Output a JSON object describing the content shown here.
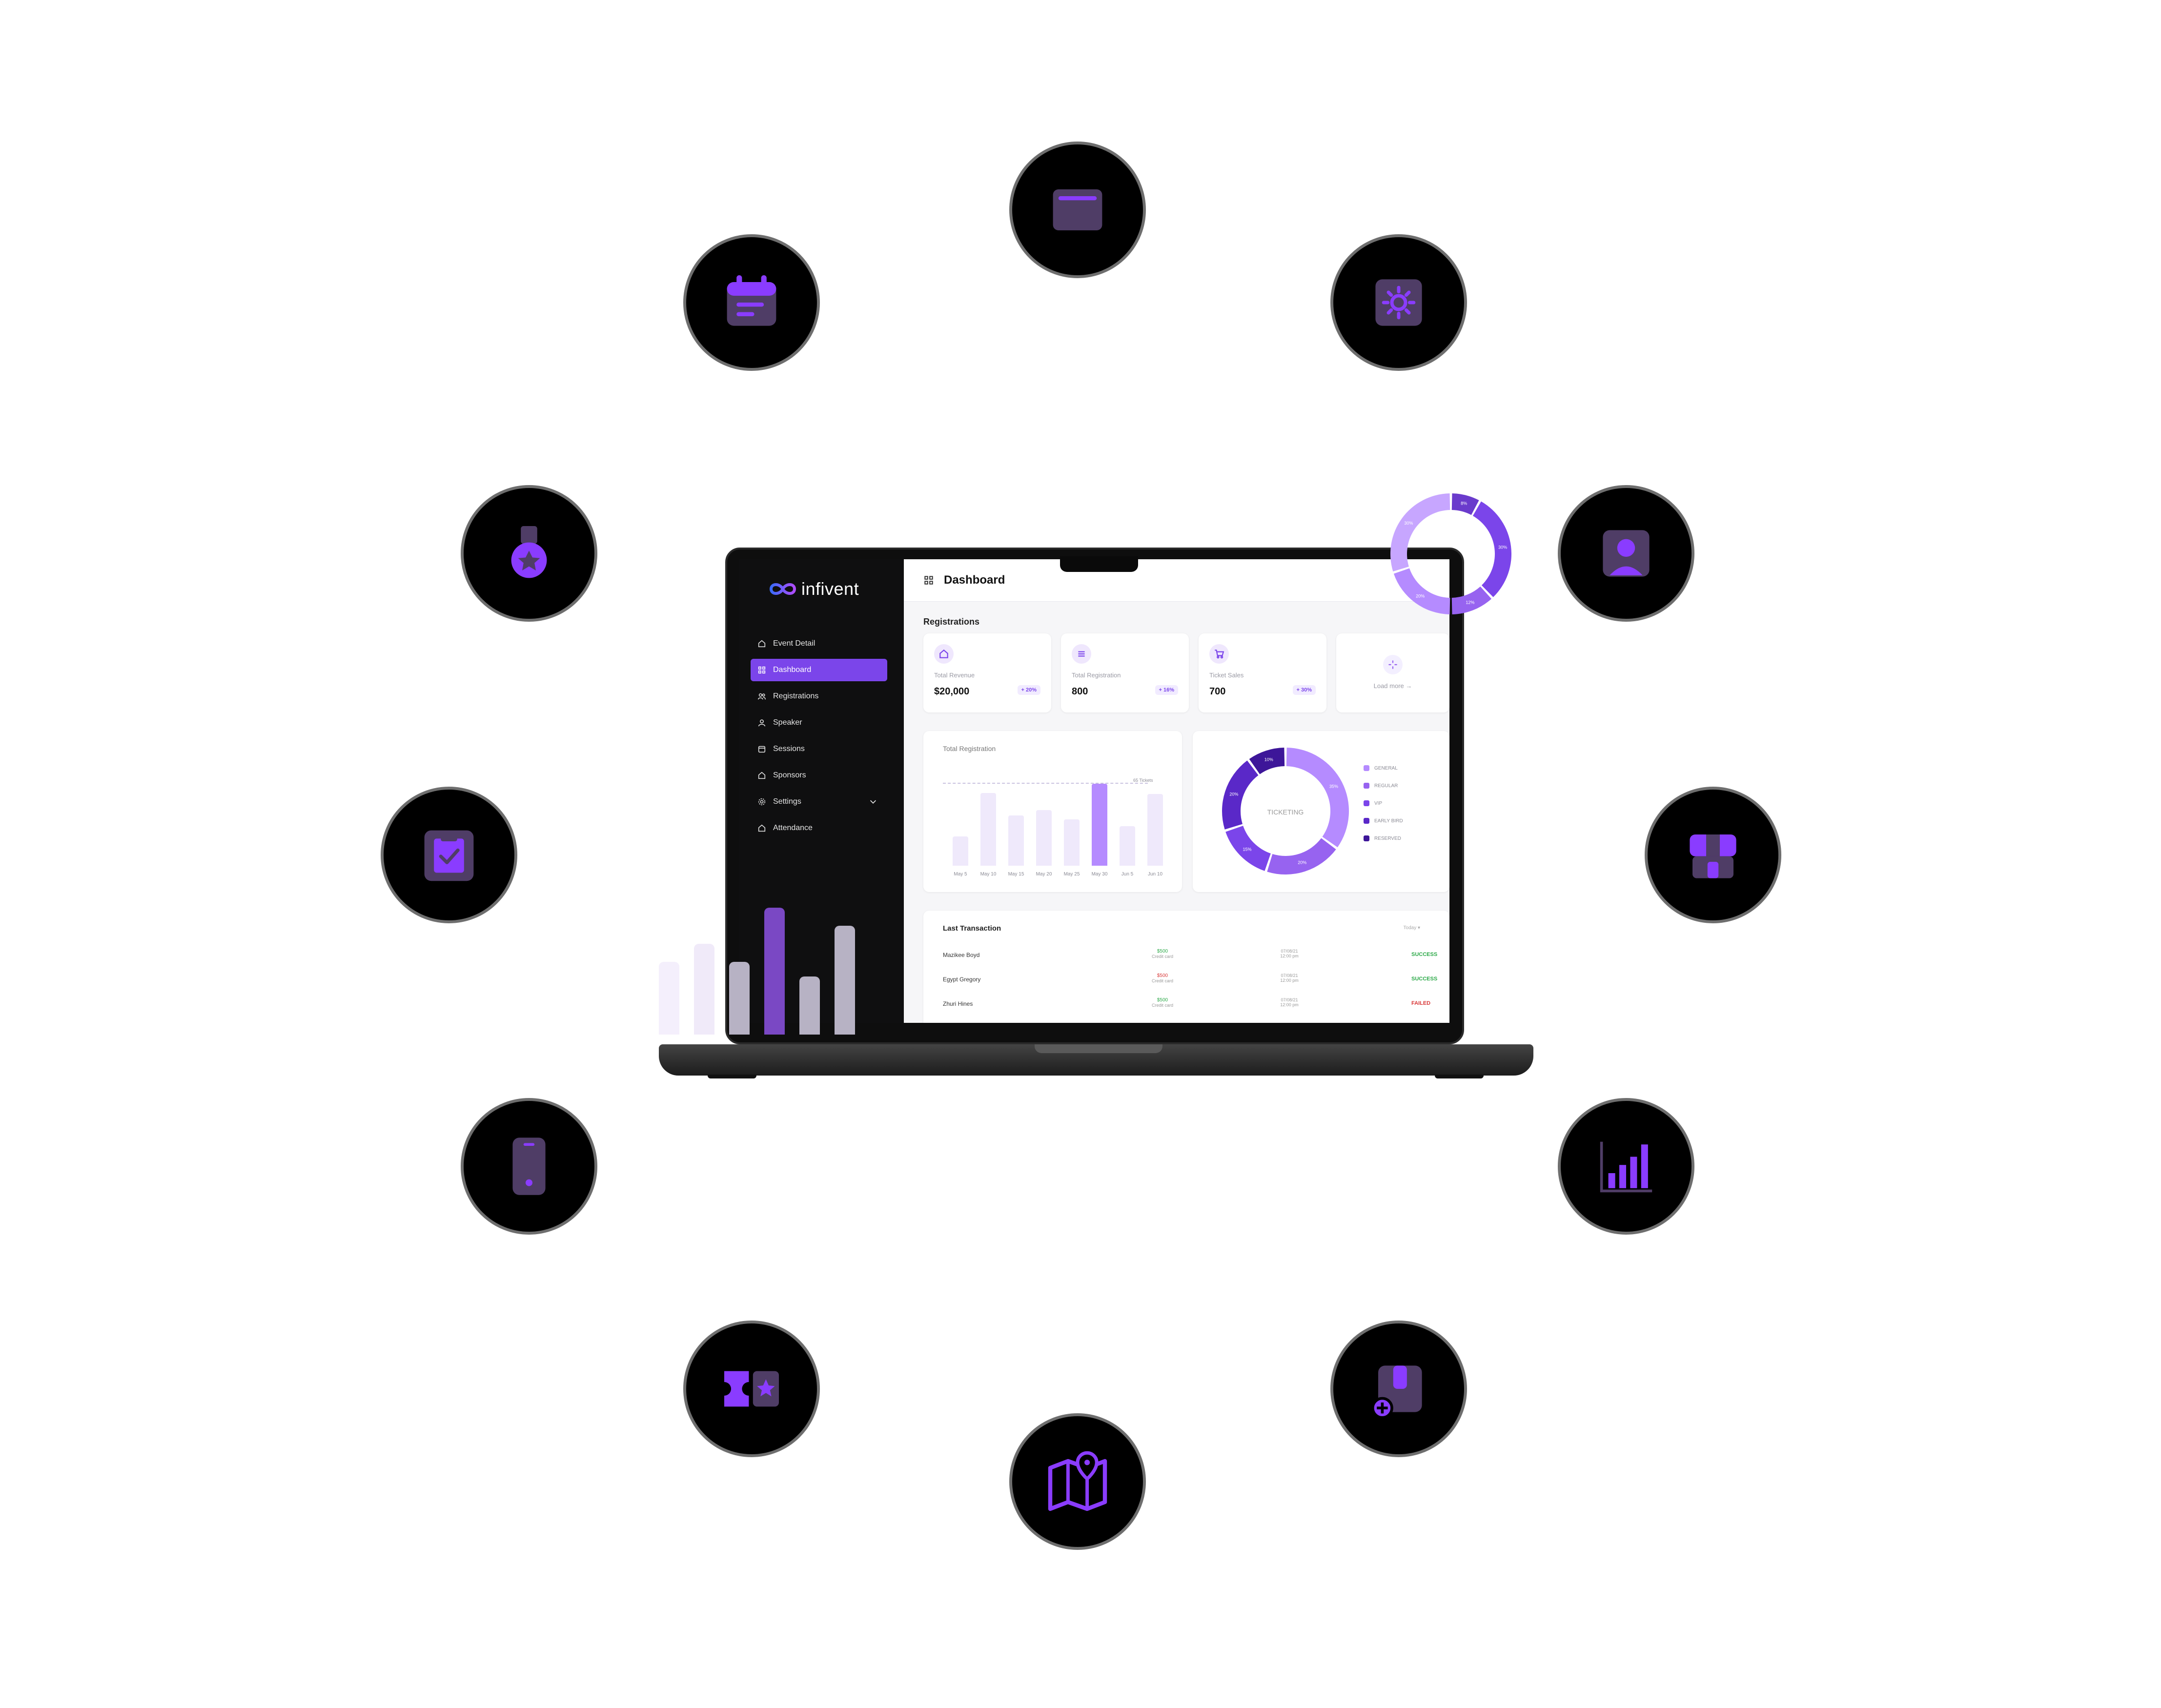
{
  "app": {
    "name": "infivent"
  },
  "sidebar": {
    "items": [
      {
        "label": "Event Detail",
        "icon": "home-icon"
      },
      {
        "label": "Dashboard",
        "icon": "grid-icon"
      },
      {
        "label": "Registrations",
        "icon": "users-icon"
      },
      {
        "label": "Speaker",
        "icon": "user-icon"
      },
      {
        "label": "Sessions",
        "icon": "calendar-icon"
      },
      {
        "label": "Sponsors",
        "icon": "home-icon"
      },
      {
        "label": "Settings",
        "icon": "gear-icon"
      },
      {
        "label": "Attendance",
        "icon": "home-icon"
      }
    ],
    "active_item": "Dashboard"
  },
  "header": {
    "title": "Dashboard"
  },
  "registrations": {
    "section_title": "Registrations",
    "stats": [
      {
        "label": "Total Revenue",
        "value": "$20,000",
        "badge": "+ 20%",
        "icon": "house-icon"
      },
      {
        "label": "Total Registration",
        "value": "800",
        "badge": "+ 16%",
        "icon": "list-icon"
      },
      {
        "label": "Ticket Sales",
        "value": "700",
        "badge": "+ 30%",
        "icon": "cart-icon"
      }
    ],
    "load_more": "Load more →"
  },
  "total_registration_chart": {
    "title": "Total Registration",
    "avg_label": "65 Tickets"
  },
  "ticketing_chart": {
    "center_label": "TICKETING"
  },
  "transactions": {
    "title": "Last Transaction",
    "filter": "Today ▾",
    "rows": [
      {
        "name": "Mazikee Boyd",
        "amount": "$500",
        "method": "Credit card",
        "date": "07/08/21",
        "time": "12:00 pm",
        "status": "SUCCESS",
        "amount_color": "#2eaa4a",
        "status_color": "#2eaa4a"
      },
      {
        "name": "Egypt Gregory",
        "amount": "$500",
        "method": "Credit card",
        "date": "07/08/21",
        "time": "12:00 pm",
        "status": "SUCCESS",
        "amount_color": "#d93a3a",
        "status_color": "#2eaa4a"
      },
      {
        "name": "Zhuri Hines",
        "amount": "$500",
        "method": "Credit card",
        "date": "07/08/21",
        "time": "12:00 pm",
        "status": "FAILED",
        "amount_color": "#2eaa4a",
        "status_color": "#d93a3a"
      }
    ]
  },
  "orbit_icons": [
    "window-icon",
    "calendar-icon",
    "settings-box-icon",
    "user-card-icon",
    "store-icon",
    "bar-chart-icon",
    "store-add-icon",
    "map-pin-icon",
    "ticket-star-icon",
    "phone-icon",
    "clipboard-check-icon",
    "medal-icon"
  ],
  "colors": {
    "accent": "#7b45ea",
    "accent_light": "#b58bff",
    "accent_pale": "#f1ebff",
    "deep_purple": "#4a1aa8"
  },
  "chart_data": [
    {
      "type": "bar",
      "title": "Total Registration",
      "categories": [
        "May 5",
        "May 10",
        "May 15",
        "May 20",
        "May 25",
        "May 30",
        "Jun 5",
        "Jun 10"
      ],
      "values": [
        22,
        55,
        38,
        42,
        35,
        62,
        30,
        54
      ],
      "ylim": [
        0,
        70
      ],
      "reference_line": {
        "value": 65,
        "label": "65 Tickets"
      },
      "highlight": "May 30"
    },
    {
      "type": "pie",
      "title": "TICKETING",
      "labels": [
        "GENERAL",
        "REGULAR",
        "VIP",
        "EARLY BIRD",
        "RESERVED"
      ],
      "values": [
        35,
        20,
        15,
        20,
        10
      ],
      "slice_labels": [
        "35%",
        "20%",
        "15%",
        "20%",
        "10%"
      ],
      "colors": [
        "#b58bff",
        "#9763f0",
        "#7b45ea",
        "#5a28c8",
        "#3d1699"
      ]
    },
    {
      "type": "bar",
      "values": [
        20,
        25,
        20,
        35,
        16,
        30
      ]
    },
    {
      "type": "pie",
      "values": [
        8,
        30,
        12,
        20,
        30
      ],
      "slice_labels": [
        "8%",
        "30%",
        "12%",
        "20%",
        "30%"
      ]
    }
  ]
}
